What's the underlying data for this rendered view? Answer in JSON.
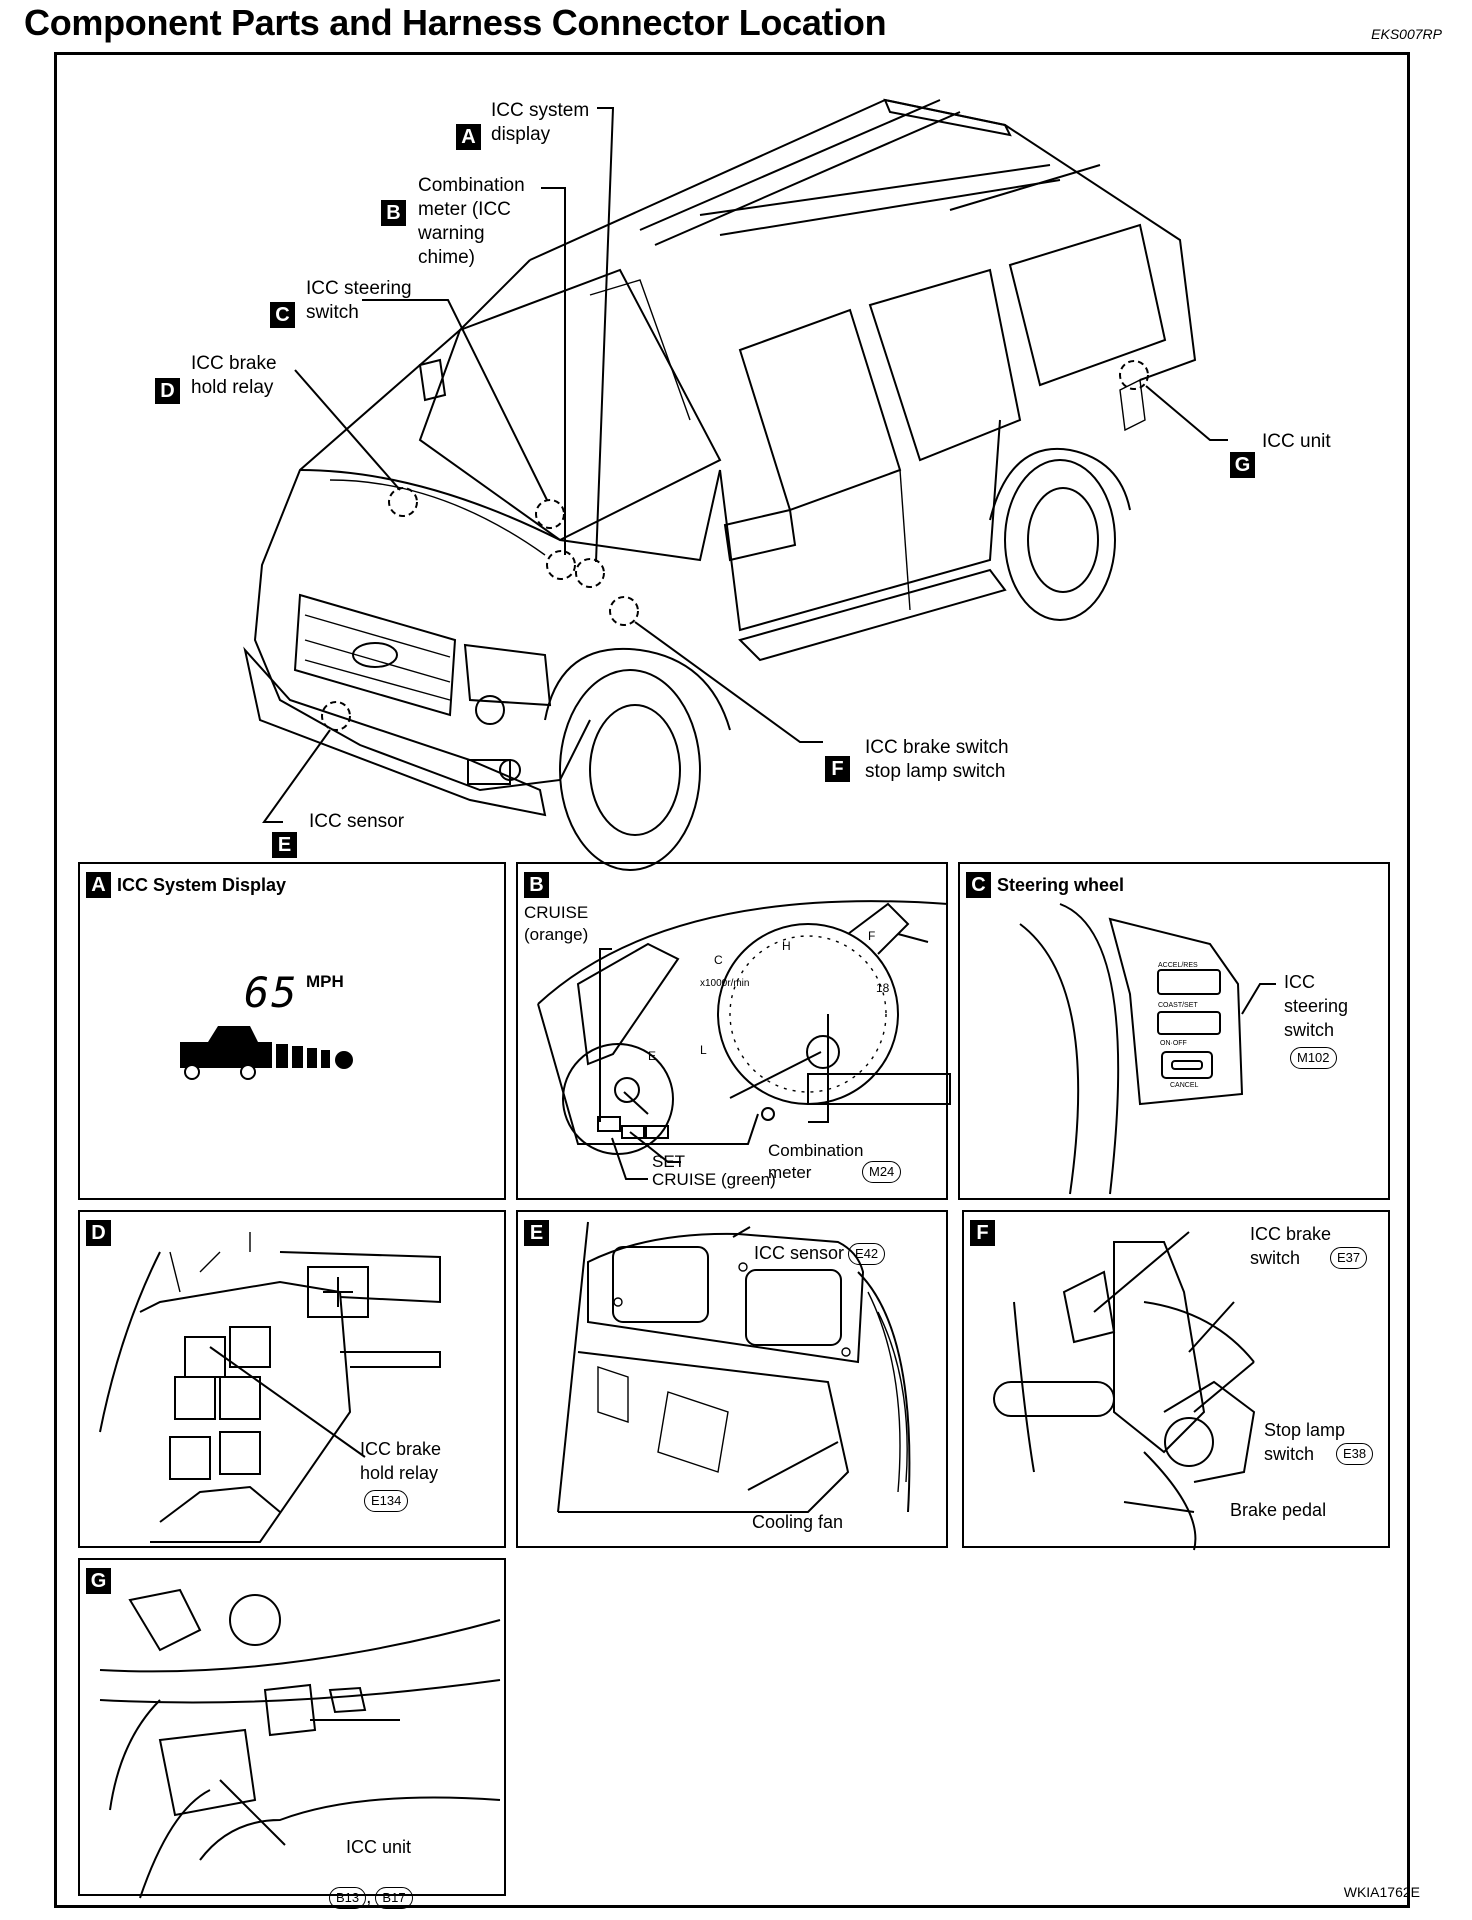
{
  "header": {
    "title": "Component Parts and Harness Connector Location",
    "code": "EKS007RP"
  },
  "figure_id": "WKIA1762E",
  "callouts": {
    "A": {
      "letter": "A",
      "text": "ICC system\ndisplay"
    },
    "B": {
      "letter": "B",
      "text": "Combination\nmeter (ICC\nwarning\nchime)"
    },
    "C": {
      "letter": "C",
      "text": "ICC steering\nswitch"
    },
    "D": {
      "letter": "D",
      "text": "ICC brake\nhold relay"
    },
    "E": {
      "letter": "E",
      "text": "ICC sensor"
    },
    "F": {
      "letter": "F",
      "text": "ICC brake switch\nstop lamp switch"
    },
    "G": {
      "letter": "G",
      "text": "ICC unit"
    }
  },
  "panels": {
    "A": {
      "letter": "A",
      "title": "ICC System Display",
      "speed": "65",
      "unit": "MPH"
    },
    "B": {
      "letter": "B",
      "cruise_orange": "CRUISE\n(orange)",
      "set": "SET",
      "cruise_green": "CRUISE (green)",
      "meter": "Combination\nmeter",
      "connector": "M24",
      "gauge_scale": "x1000r/min",
      "gauge_h": "H",
      "gauge_c": "C",
      "gauge_l": "L",
      "gauge_e": "E",
      "gauge_f": "F",
      "gauge_18": "18"
    },
    "C": {
      "letter": "C",
      "title": "Steering wheel",
      "label": "ICC\nsteering\nswitch",
      "connector": "M102",
      "btn1": "ACCEL/RES",
      "btn2": "COAST/SET",
      "btn3": "ON·OFF",
      "btn4": "CANCEL"
    },
    "D": {
      "letter": "D",
      "label": "ICC brake\nhold relay",
      "connector": "E134"
    },
    "E": {
      "letter": "E",
      "label": "ICC sensor",
      "connector": "E42",
      "fan": "Cooling fan"
    },
    "F": {
      "letter": "F",
      "brake_label": "ICC brake\nswitch",
      "brake_connector": "E37",
      "stop_label": "Stop lamp\nswitch",
      "stop_connector": "E38",
      "pedal": "Brake pedal"
    },
    "G": {
      "letter": "G",
      "label": "ICC unit",
      "connector1": "B13",
      "sep": ",",
      "connector2": "B17"
    }
  }
}
